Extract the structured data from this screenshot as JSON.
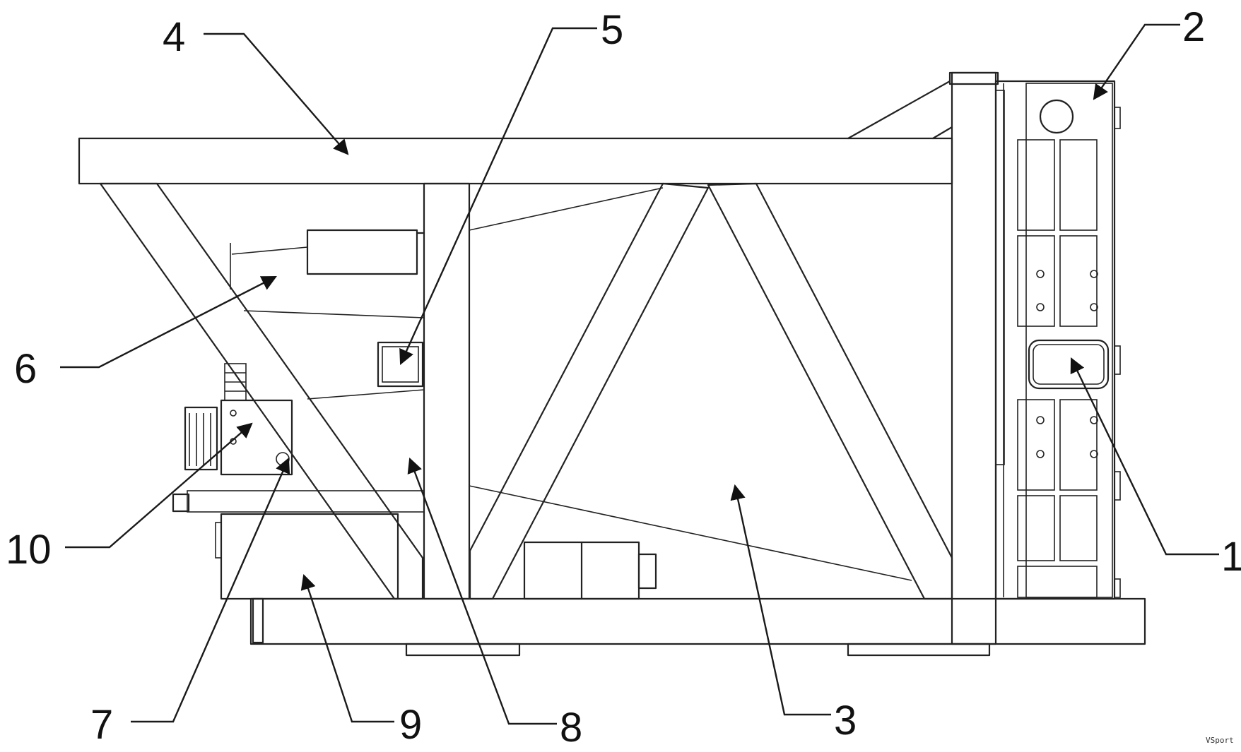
{
  "colors": {
    "line": "#222222",
    "background": "#ffffff"
  },
  "callouts": [
    {
      "id": "1",
      "text": "1"
    },
    {
      "id": "2",
      "text": "2"
    },
    {
      "id": "3",
      "text": "3"
    },
    {
      "id": "4",
      "text": "4"
    },
    {
      "id": "5",
      "text": "5"
    },
    {
      "id": "6",
      "text": "6"
    },
    {
      "id": "7",
      "text": "7"
    },
    {
      "id": "8",
      "text": "8"
    },
    {
      "id": "9",
      "text": "9"
    },
    {
      "id": "10",
      "text": "10"
    }
  ],
  "watermark": "VSport"
}
